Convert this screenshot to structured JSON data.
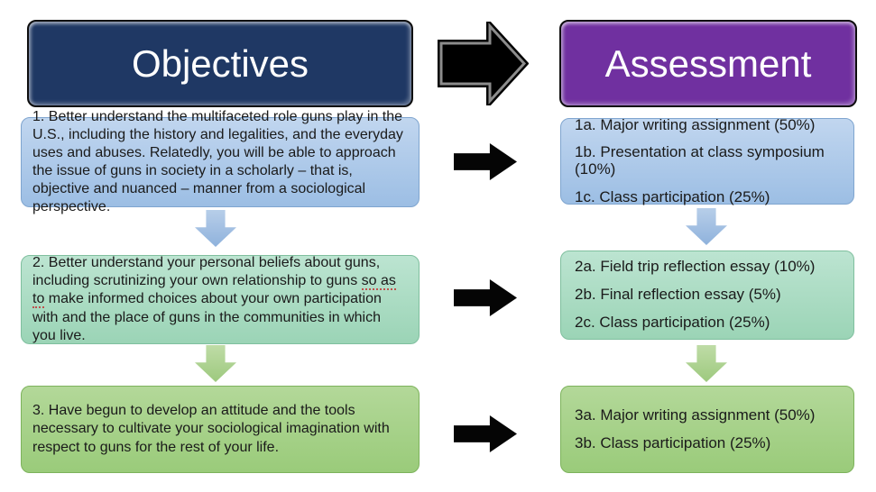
{
  "headers": {
    "objectives_label": "Objectives",
    "assessment_label": "Assessment"
  },
  "rows": [
    {
      "objective": "1. Better understand the multifaceted role guns play in the U.S., including the history and legalities, and the everyday uses and abuses. Relatedly, you will be able to approach the issue of guns in society in a scholarly – that is, objective and nuanced – manner from a sociological perspective.",
      "assessments": [
        "1a. Major writing assignment (50%)",
        "1b. Presentation at class symposium (10%)",
        "1c. Class participation (25%)"
      ]
    },
    {
      "objective_before": "2. Better understand your personal beliefs about guns, including scrutinizing your own relationship to guns ",
      "objective_underlined": "so as to",
      "objective_after": " make informed choices about your own participation with and the place of guns in the communities in which you live.",
      "assessments": [
        "2a. Field trip reflection essay (10%)",
        "2b. Final reflection essay (5%)",
        "2c. Class participation (25%)"
      ]
    },
    {
      "objective": "3. Have begun to develop an attitude and the tools necessary to cultivate your sociological imagination with respect to guns for the rest of your life.",
      "assessments": [
        "3a. Major writing assignment (50%)",
        "3b. Class participation (25%)"
      ]
    }
  ],
  "icons": {
    "big-right-arrow-icon": "➡ beveled black block arrow",
    "right-arrow-icon": "➡ solid black block arrow",
    "down-arrow-icon": "⬇ block connector arrow"
  },
  "colors": {
    "objectives_header_fill": "#1F3864",
    "assessment_header_fill": "#7030A0",
    "header_text": "#FFFFFF",
    "blue_box_fill": "#A9C7E8",
    "teal_box_fill": "#A8DCC3",
    "green_box_fill": "#A6D18B",
    "body_text": "#1A1A1A",
    "black_arrow": "#050505",
    "grammar_underline": "#C0504D"
  }
}
